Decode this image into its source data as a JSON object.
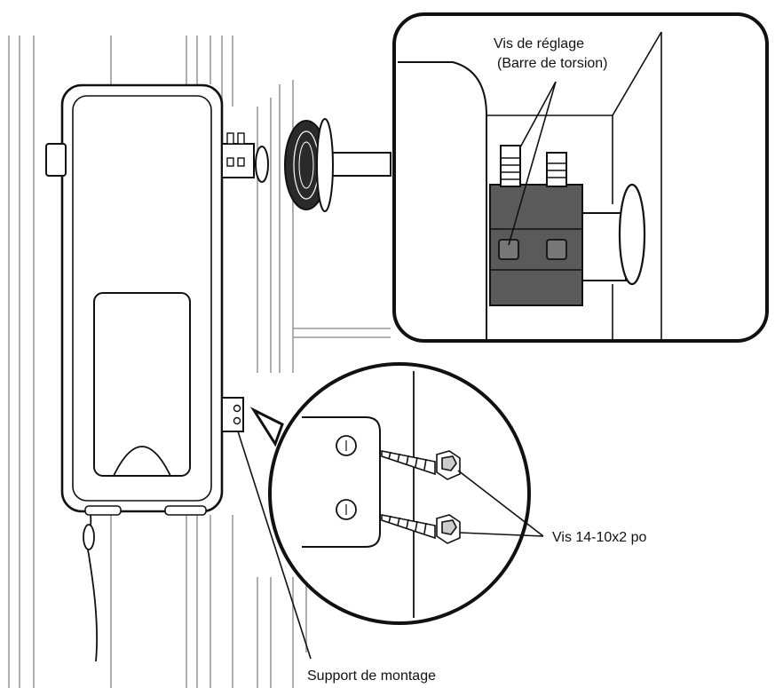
{
  "labels": {
    "adjust_line1": "Vis de réglage",
    "adjust_line2": "(Barre de torsion)",
    "screws": "Vis 14-10x2 po",
    "bracket": "Support de montage"
  },
  "colors": {
    "stroke": "#111111",
    "block": "#5a5a5a",
    "bg": "#ffffff",
    "rail": "#9a9a9a"
  }
}
